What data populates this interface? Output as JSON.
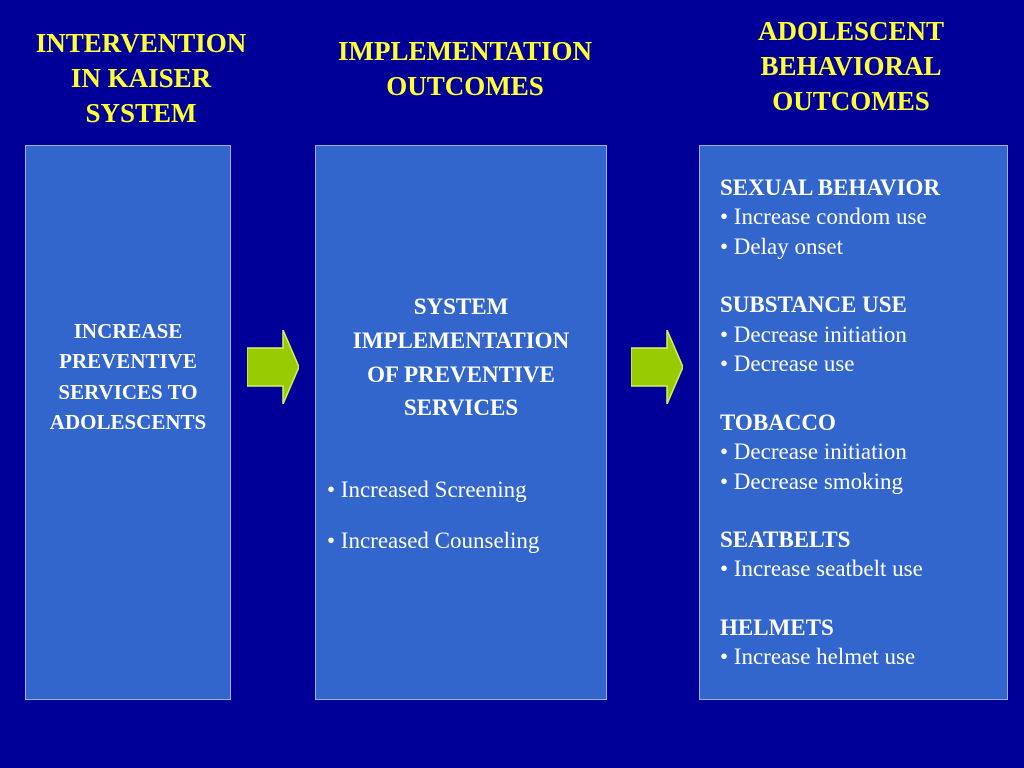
{
  "headings": {
    "intervention": [
      "INTERVENTION",
      "IN KAISER",
      "SYSTEM"
    ],
    "implementation": [
      "IMPLEMENTATION",
      "OUTCOMES"
    ],
    "adolescent": [
      "ADOLESCENT",
      "BEHAVIORAL",
      "OUTCOMES"
    ]
  },
  "box1": {
    "lines": [
      "INCREASE",
      "PREVENTIVE",
      "SERVICES TO",
      "ADOLESCENTS"
    ]
  },
  "box2": {
    "title_lines": [
      "SYSTEM",
      "IMPLEMENTATION",
      "OF PREVENTIVE",
      "SERVICES"
    ],
    "bullets": [
      "• Increased Screening",
      "• Increased Counseling"
    ]
  },
  "box3": {
    "groups": [
      {
        "title": "SEXUAL BEHAVIOR",
        "items": [
          "• Increase condom use",
          "• Delay onset"
        ]
      },
      {
        "title": "SUBSTANCE USE",
        "items": [
          "• Decrease initiation",
          "• Decrease use"
        ]
      },
      {
        "title": "TOBACCO",
        "items": [
          "• Decrease initiation",
          "• Decrease smoking"
        ]
      },
      {
        "title": "SEATBELTS",
        "items": [
          "• Increase seatbelt use"
        ]
      },
      {
        "title": "HELMETS",
        "items": [
          "• Increase helmet use"
        ]
      }
    ]
  },
  "colors": {
    "background": "#000099",
    "box_fill": "#3366cc",
    "heading_text": "#ffff33",
    "arrow_fill": "#99cc00"
  }
}
